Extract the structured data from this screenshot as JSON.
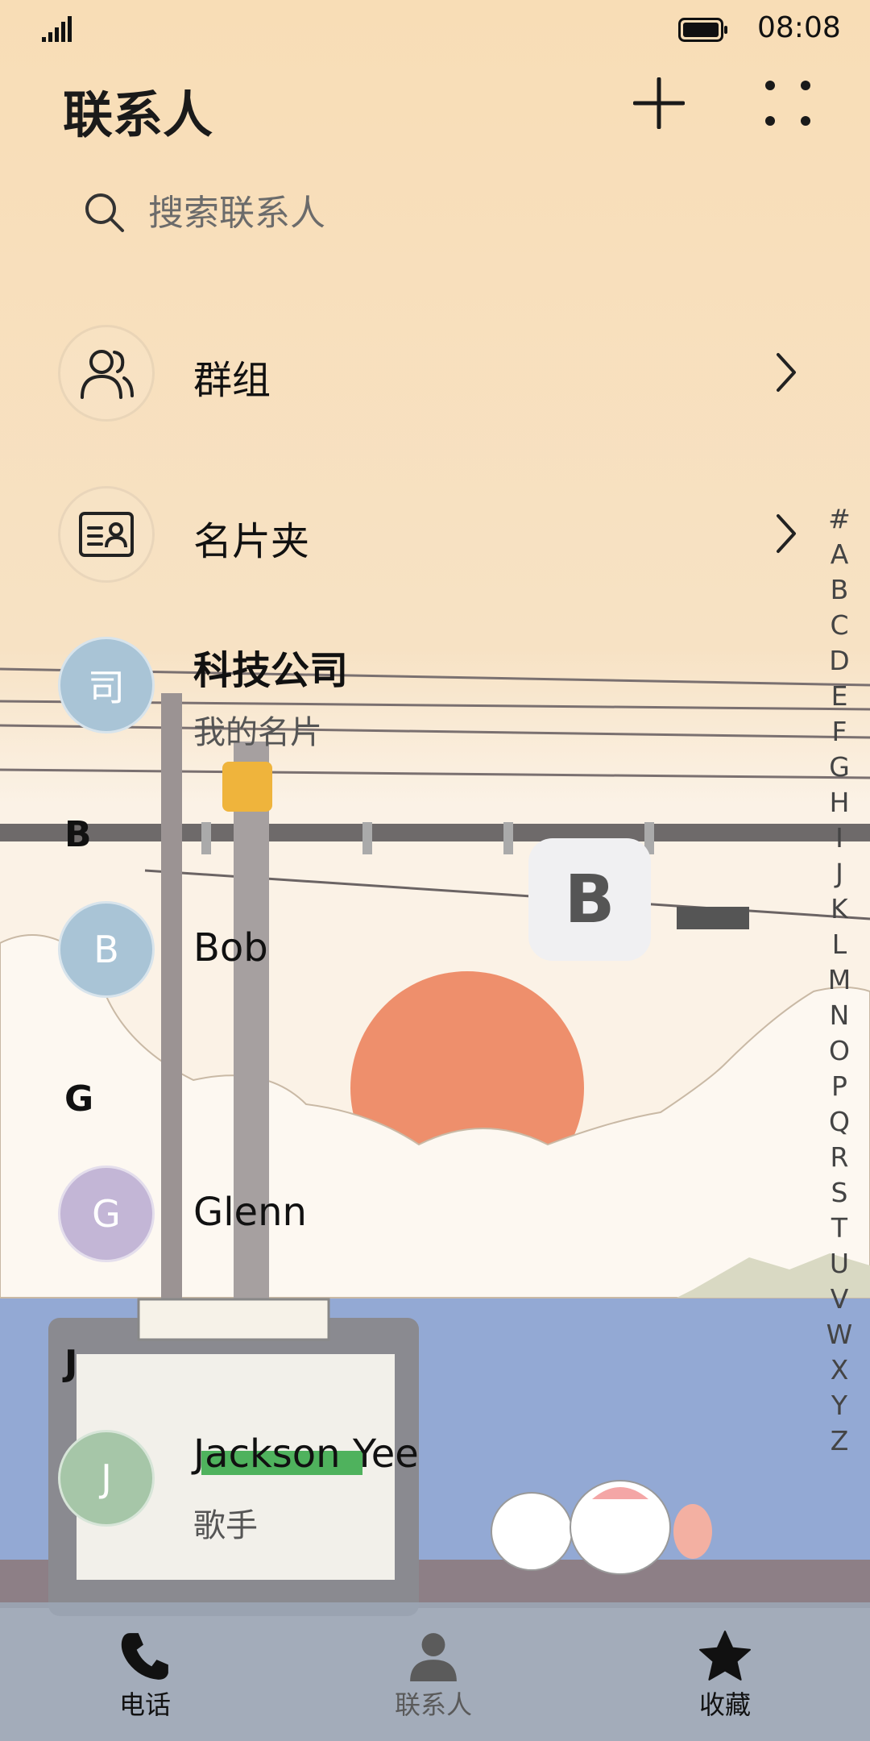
{
  "status": {
    "time": "08:08"
  },
  "header": {
    "title": "联系人"
  },
  "search": {
    "placeholder": "搜索联系人"
  },
  "fixed_rows": [
    {
      "label": "群组"
    },
    {
      "label": "名片夹"
    }
  ],
  "my_card": {
    "avatar_text": "司",
    "name": "科技公司",
    "subtitle": "我的名片"
  },
  "sections": [
    {
      "letter": "B",
      "contacts": [
        {
          "initial": "B",
          "name": "Bob"
        }
      ]
    },
    {
      "letter": "G",
      "contacts": [
        {
          "initial": "G",
          "name": "Glenn"
        }
      ]
    },
    {
      "letter": "J",
      "contacts": [
        {
          "initial": "J",
          "name": "Jackson Yee",
          "subtitle": "歌手"
        }
      ]
    }
  ],
  "index_letters": [
    "#",
    "A",
    "B",
    "C",
    "D",
    "E",
    "F",
    "G",
    "H",
    "I",
    "J",
    "K",
    "L",
    "M",
    "N",
    "O",
    "P",
    "Q",
    "R",
    "S",
    "T",
    "U",
    "V",
    "W",
    "X",
    "Y",
    "Z"
  ],
  "popup_letter": "B",
  "tabs": [
    {
      "label": "电话",
      "icon": "phone-icon"
    },
    {
      "label": "联系人",
      "icon": "person-icon"
    },
    {
      "label": "收藏",
      "icon": "star-icon"
    }
  ],
  "colors": {
    "avatar_blue": "#a9c4d6",
    "avatar_purple": "#c3b6d6",
    "avatar_green": "#a6c6a8",
    "sky": "#f7dcb4",
    "sun": "#ee8f6c",
    "sea": "#92a9d6"
  }
}
